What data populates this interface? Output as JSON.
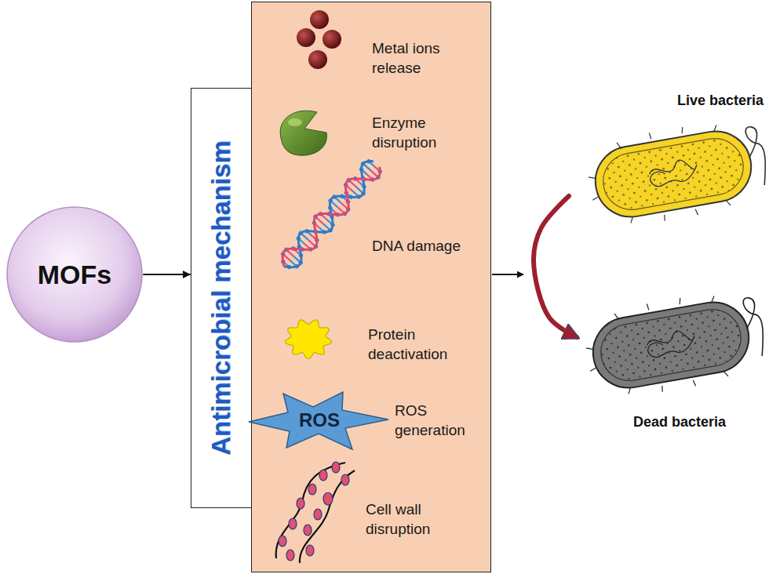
{
  "diagram": {
    "nodes": [
      {
        "text": [
          "MOFs"
        ]
      },
      {
        "text": [
          "Antimicrobial mechanism"
        ]
      },
      {
        "text": [
          "Metal ions release",
          "Enzyme disruption",
          "DNA damage",
          "Protein deactivation",
          "ROS generation",
          "Cell wall disruption"
        ]
      },
      {
        "text": [
          "ROS"
        ],
        "in": 2
      },
      {
        "text": [
          "Live bacteria"
        ]
      },
      {
        "text": [
          "Dead bacteria"
        ]
      }
    ],
    "edges": [
      {
        "from": 0,
        "to": 1,
        "arrow": "to"
      },
      {
        "from": 4,
        "to": 5,
        "arrow": "to"
      }
    ]
  }
}
